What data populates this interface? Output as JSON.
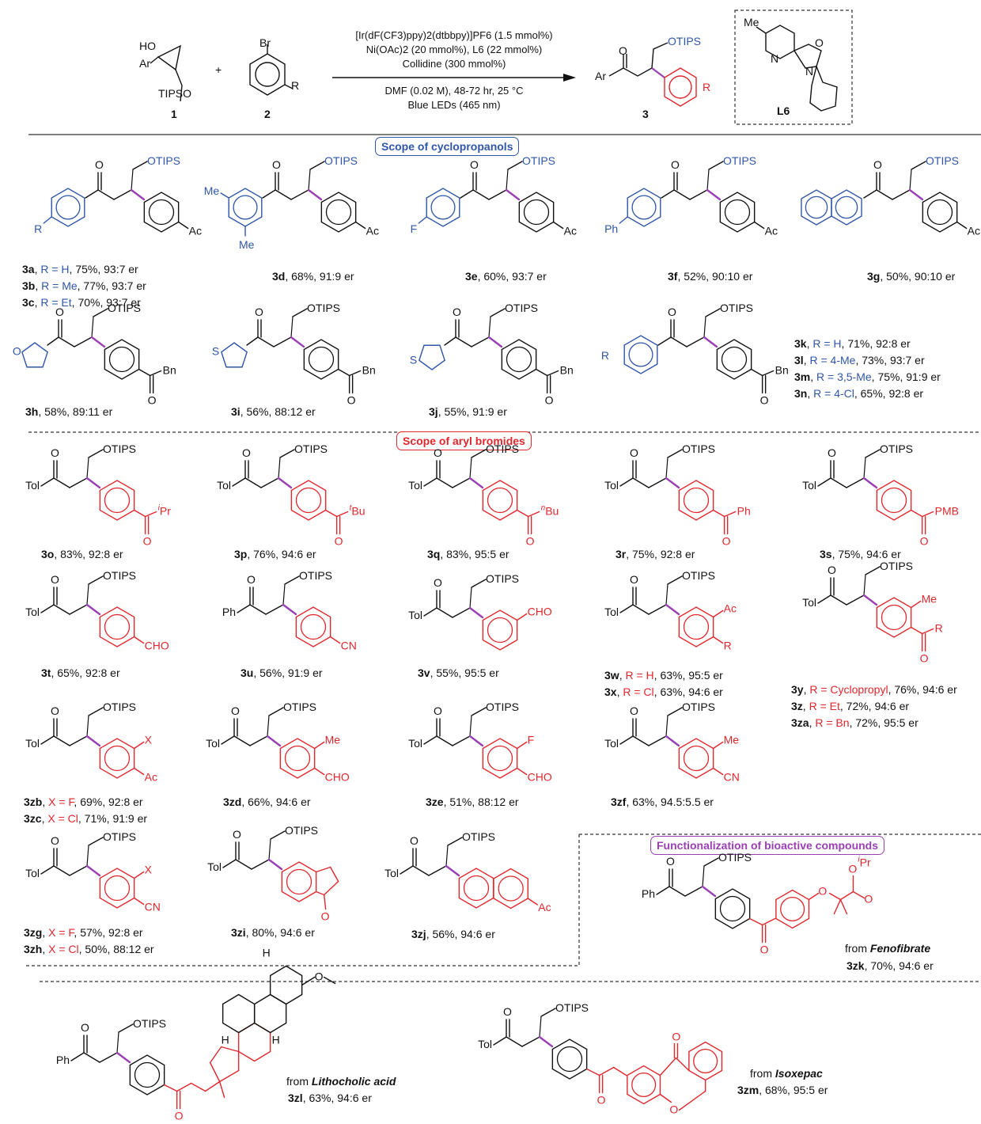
{
  "scheme": {
    "reagent_labels": [
      "1",
      "2",
      "3"
    ],
    "plus": "+",
    "conditions": [
      "[Ir(dF(CF3)ppy)2(dtbbpy)]PF6 (1.5 mmol%)",
      "Ni(OAc)2 (20 mmol%), L6 (22 mmol%)",
      "Collidine (300 mmol%)",
      "DMF (0.02 M), 48-72 hr, 25 °C",
      "Blue LEDs (465 nm)"
    ],
    "ligand_label": "L6",
    "atom_labels": {
      "ho": "HO",
      "ar": "Ar",
      "tipso": "TIPSO",
      "br": "Br",
      "r": "R",
      "otips": "OTIPS",
      "o": "O",
      "me": "Me",
      "n": "N"
    }
  },
  "sections": {
    "cyclopropanols": "Scope of cyclopropanols",
    "aryl_bromides": "Scope of aryl bromides",
    "bioactive": "Functionalization of bioactive compounds"
  },
  "compounds": [
    {
      "id": "3a",
      "sub": "R = H",
      "res": "75%, 93:7 er"
    },
    {
      "id": "3b",
      "sub": "R = Me",
      "res": "77%, 93:7 er"
    },
    {
      "id": "3c",
      "sub": "R = Et",
      "res": "70%, 93:7 er"
    },
    {
      "id": "3d",
      "res": "68%, 91:9 er"
    },
    {
      "id": "3e",
      "res": "60%, 93:7 er"
    },
    {
      "id": "3f",
      "res": "52%, 90:10 er"
    },
    {
      "id": "3g",
      "res": "50%, 90:10 er"
    },
    {
      "id": "3h",
      "res": "58%, 89:11 er"
    },
    {
      "id": "3i",
      "res": "56%, 88:12 er"
    },
    {
      "id": "3j",
      "res": "55%, 91:9 er"
    },
    {
      "id": "3k",
      "sub": "R = H",
      "res": "71%, 92:8 er"
    },
    {
      "id": "3l",
      "sub": "R = 4-Me",
      "res": "73%, 93:7 er"
    },
    {
      "id": "3m",
      "sub": "R = 3,5-Me",
      "res": "75%, 91:9 er"
    },
    {
      "id": "3n",
      "sub": "R = 4-Cl",
      "res": "65%, 92:8 er"
    },
    {
      "id": "3o",
      "res": "83%, 92:8 er"
    },
    {
      "id": "3p",
      "res": "76%, 94:6 er"
    },
    {
      "id": "3q",
      "res": "83%, 95:5 er"
    },
    {
      "id": "3r",
      "res": "75%, 92:8 er"
    },
    {
      "id": "3s",
      "res": "75%, 94:6 er"
    },
    {
      "id": "3t",
      "res": "65%, 92:8 er"
    },
    {
      "id": "3u",
      "res": "56%, 91:9 er"
    },
    {
      "id": "3v",
      "res": "55%, 95:5 er"
    },
    {
      "id": "3w",
      "sub": "R = H",
      "res": "63%, 95:5 er"
    },
    {
      "id": "3x",
      "sub": "R = Cl",
      "res": "63%, 94:6 er"
    },
    {
      "id": "3y",
      "sub": "R = Cyclopropyl",
      "res": "76%, 94:6 er"
    },
    {
      "id": "3z",
      "sub": "R = Et",
      "res": "72%, 94:6 er"
    },
    {
      "id": "3za",
      "sub": "R = Bn",
      "res": "72%, 95:5 er"
    },
    {
      "id": "3zb",
      "sub": "X = F",
      "res": "69%, 92:8 er"
    },
    {
      "id": "3zc",
      "sub": "X = Cl",
      "res": "71%, 91:9 er"
    },
    {
      "id": "3zd",
      "res": "66%, 94:6 er"
    },
    {
      "id": "3ze",
      "res": "51%, 88:12 er"
    },
    {
      "id": "3zf",
      "res": "63%, 94.5:5.5 er"
    },
    {
      "id": "3zg",
      "sub": "X = F",
      "res": "57%, 92:8 er"
    },
    {
      "id": "3zh",
      "sub": "X = Cl",
      "res": "50%, 88:12 er"
    },
    {
      "id": "3zi",
      "res": "80%, 94:6 er"
    },
    {
      "id": "3zj",
      "res": "56%, 94:6 er"
    },
    {
      "id": "3zk",
      "from": "Fenofibrate",
      "res": "70%, 94:6 er"
    },
    {
      "id": "3zl",
      "from": "Lithocholic acid",
      "res": "63%, 94:6 er"
    },
    {
      "id": "3zm",
      "from": "Isoxepac",
      "res": "68%, 95:5 er"
    }
  ],
  "from_word": "from",
  "groups": {
    "ac": "Ac",
    "bn": "Bn",
    "ph": "Ph",
    "tol": "Tol",
    "pmb": "PMB",
    "cho": "CHO",
    "cn": "CN",
    "f": "F",
    "s": "S",
    "x": "X",
    "me": "Me",
    "pr": "Pr",
    "bu": "Bu",
    "h": "H",
    "ipr_prefix": "i",
    "tbu_prefix": "t",
    "nbu_prefix": "n",
    "r": "R",
    "o": "O",
    "otips": "OTIPS"
  },
  "colors": {
    "blue": "#2f56a8",
    "red": "#e0272d",
    "purple": "#9b3fb5",
    "black": "#111111"
  }
}
